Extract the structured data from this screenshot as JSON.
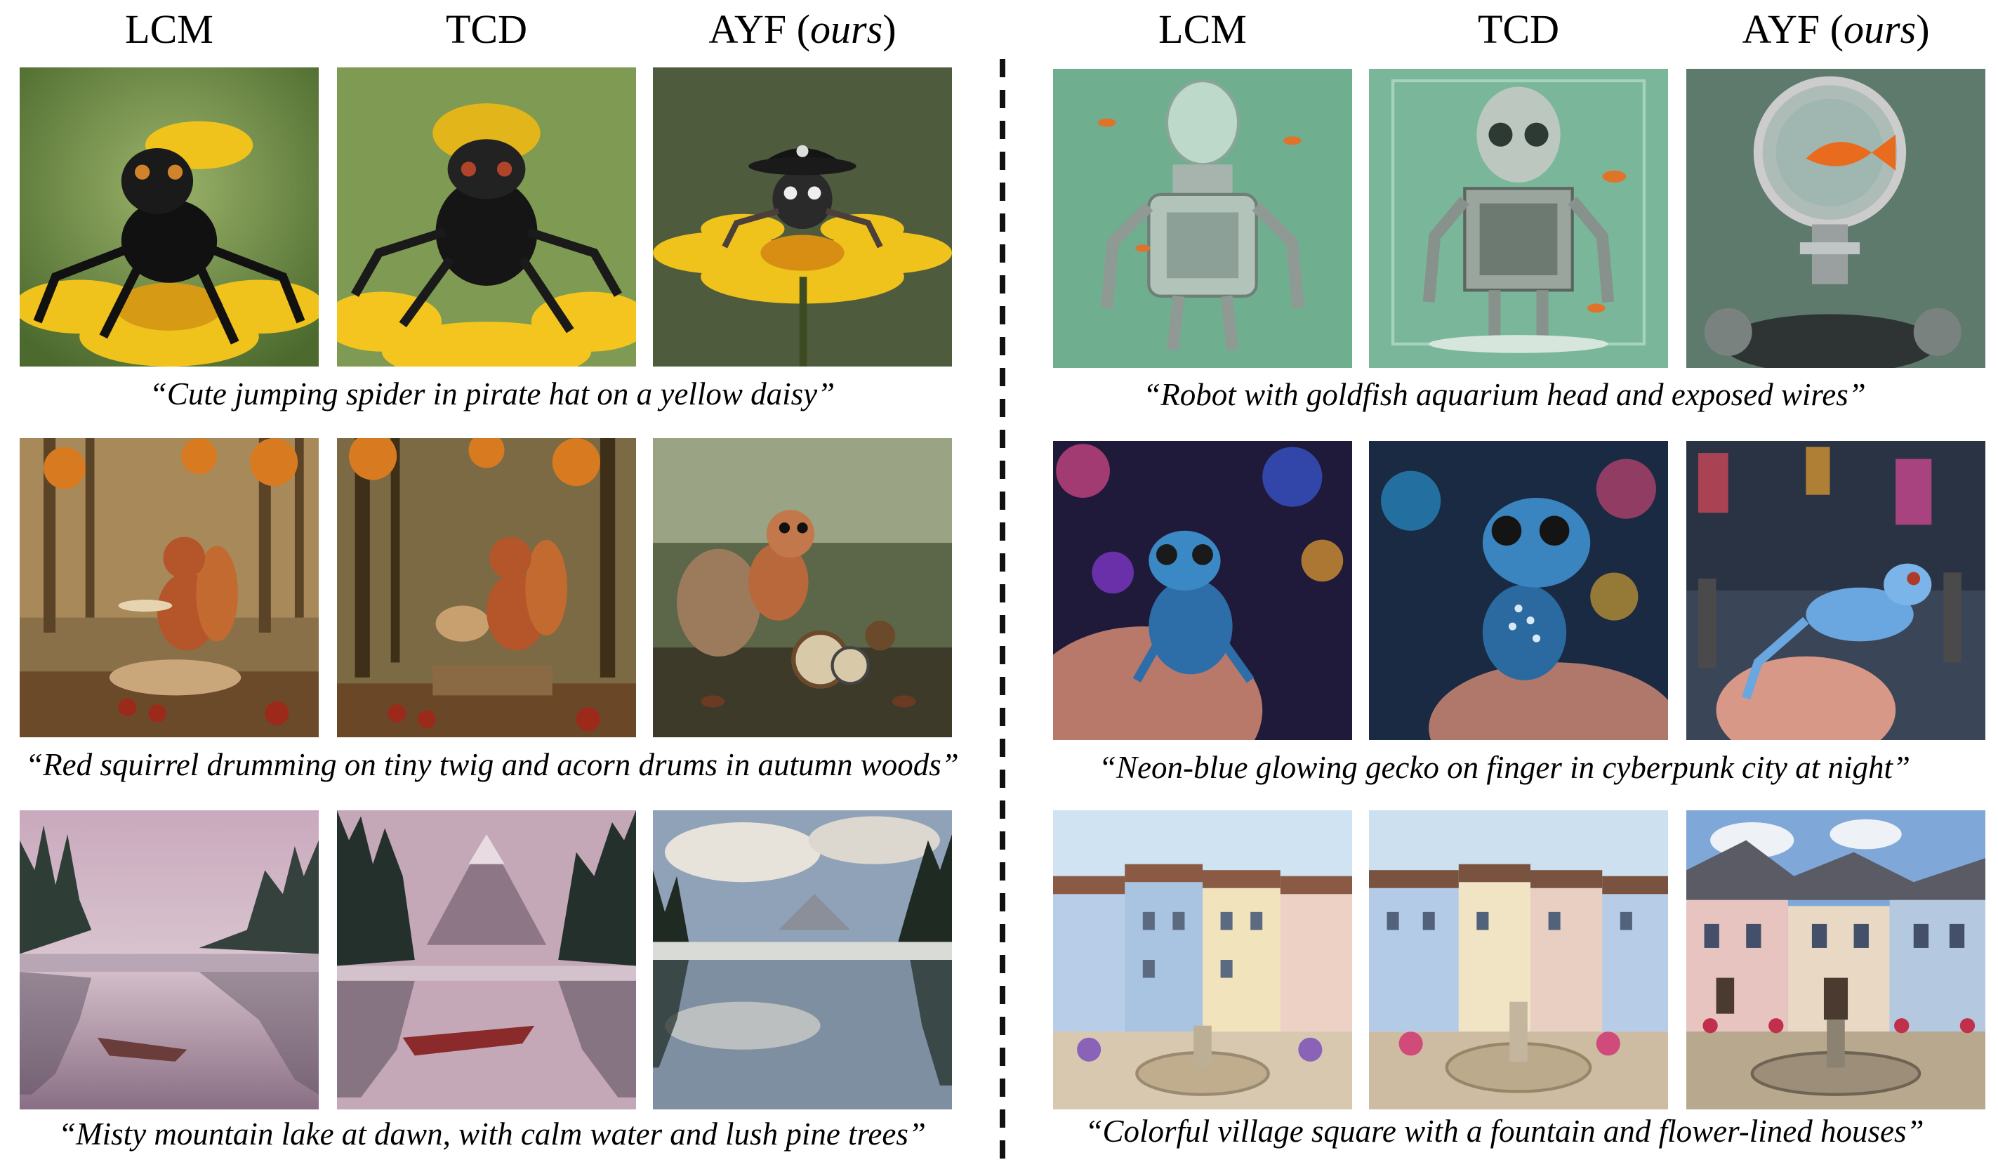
{
  "headers": {
    "left": [
      "LCM",
      "TCD",
      "AYF"
    ],
    "right": [
      "LCM",
      "TCD",
      "AYF"
    ],
    "ours_suffix": "ours"
  },
  "captions": {
    "left": [
      "“Cute jumping spider in pirate hat on a yellow daisy”",
      "“Red squirrel drumming on tiny twig and acorn drums in autumn woods”",
      "“Misty mountain lake at dawn, with calm water and lush pine trees”"
    ],
    "right": [
      "“Robot with goldfish aquarium head and exposed wires”",
      "“Neon-blue glowing gecko on finger in cyberpunk city at night”",
      "“Colorful village square with a fountain and flower-lined houses”"
    ]
  },
  "images": {
    "left": [
      [
        "spider-lcm",
        "spider-tcd",
        "spider-ayf"
      ],
      [
        "squirrel-lcm",
        "squirrel-tcd",
        "squirrel-ayf"
      ],
      [
        "lake-lcm",
        "lake-tcd",
        "lake-ayf"
      ]
    ],
    "right": [
      [
        "robot-lcm",
        "robot-tcd",
        "robot-ayf"
      ],
      [
        "gecko-lcm",
        "gecko-tcd",
        "gecko-ayf"
      ],
      [
        "village-lcm",
        "village-tcd",
        "village-ayf"
      ]
    ]
  }
}
